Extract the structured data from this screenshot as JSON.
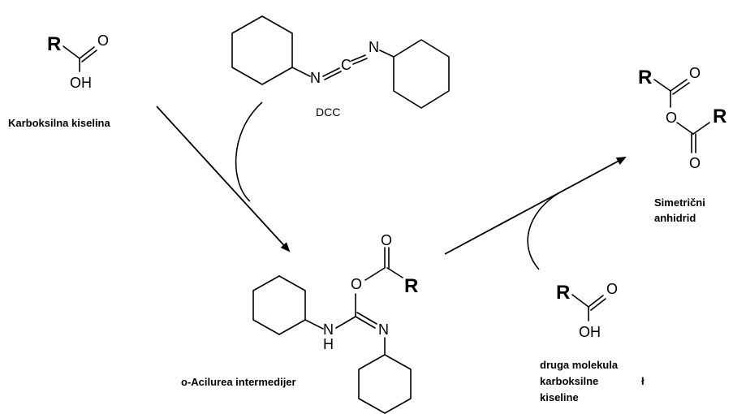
{
  "labels": {
    "carboxylic_acid": "Karboksilna kiselina",
    "dcc": "DCC",
    "intermediate": "o-Acilurea intermedijer",
    "anhydride_line1": "Simetrični",
    "anhydride_line2": "anhidrid",
    "second_acid_line1": "druga molekula",
    "second_acid_line2": "karboksilne",
    "second_acid_line3": "kiseline",
    "stray_mark": "ł"
  },
  "atoms": {
    "r": "R",
    "o": "O",
    "oh": "OH",
    "n": "N",
    "c": "C",
    "h": "H"
  }
}
